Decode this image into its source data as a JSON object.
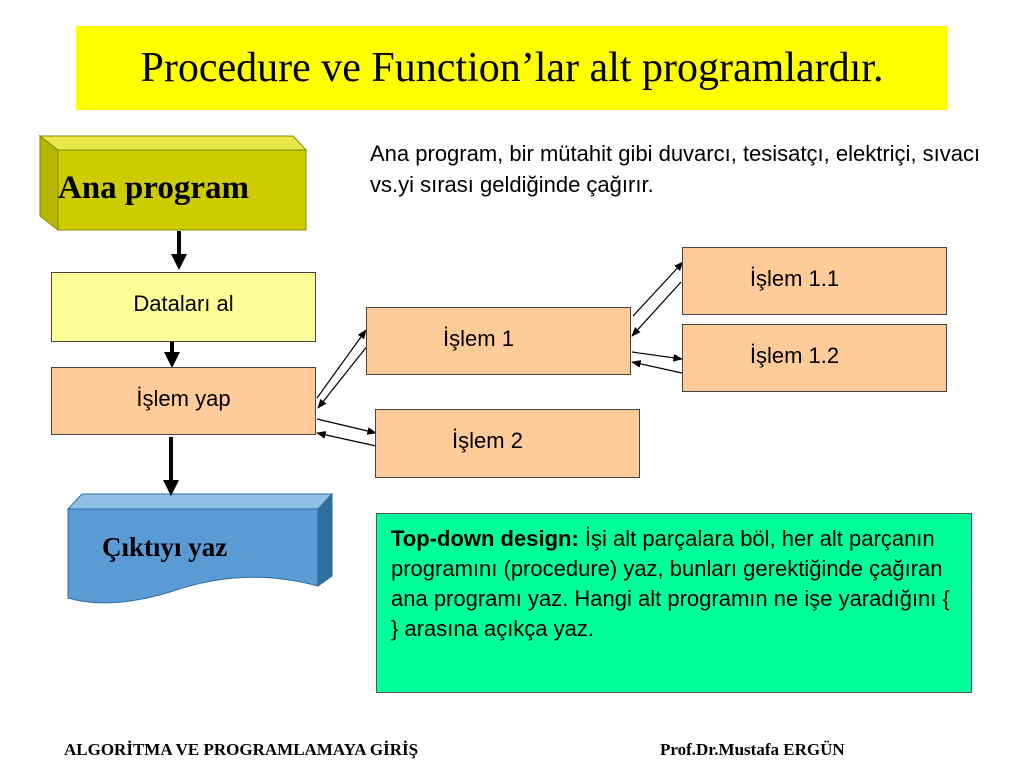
{
  "slide": {
    "title": "Procedure ve Function’lar alt programlardır.",
    "description": "Ana program, bir mütahit gibi duvarcı, tesisatçı, elektriçi, sıvacı vs.yi sırası geldiğinde çağırır."
  },
  "diagram": {
    "ana_program": "Ana program",
    "datalari_al": "Dataları al",
    "islem_yap": "İşlem yap",
    "ciktiyi_yaz": "Çıktıyı yaz",
    "islem_1": "İşlem 1",
    "islem_2": "İşlem 2",
    "islem_1_1": "İşlem 1.1",
    "islem_1_2": "İşlem 1.2"
  },
  "topdown": {
    "heading": "Top-down design:",
    "body": "İşi alt parçalara böl, her alt parçanın programını (procedure) yaz, bunları gerektiğinde çağıran ana programı yaz. Hangi alt programın ne işe yaradığını { } arasına açıkça yaz."
  },
  "footer": {
    "left": "ALGORİTMA VE PROGRAMLAMAYA GİRİŞ",
    "right": "Prof.Dr.Mustafa ERGÜN"
  },
  "colors": {
    "title_bg": "#ffff00",
    "ana_program_front": "#cccc00",
    "box_yellow": "#ffff99",
    "box_peach": "#ffcc99",
    "cikti_blue": "#5b9bd5",
    "topdown_bg": "#00ff99"
  }
}
